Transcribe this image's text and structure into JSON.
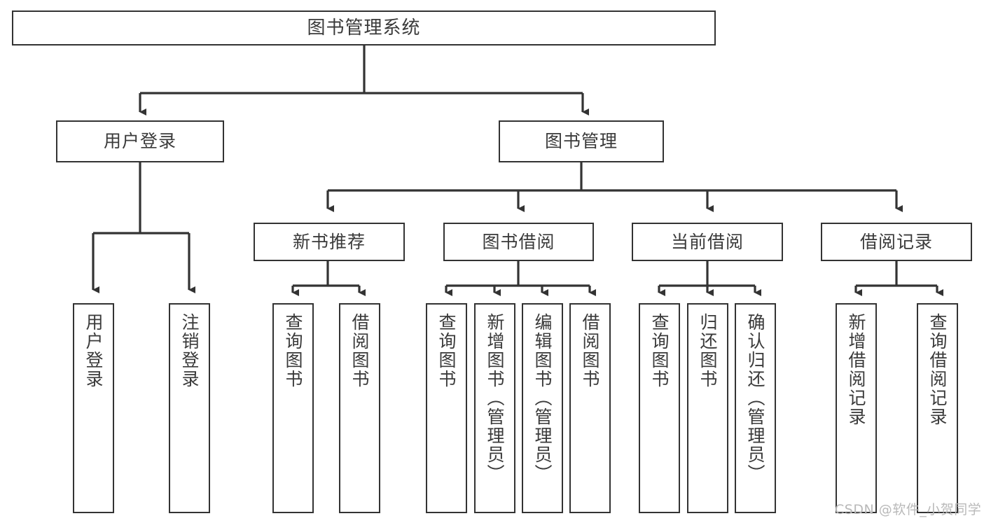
{
  "diagram": {
    "title": "图书管理系统",
    "watermark": "CSDN @软件_小贺同学",
    "line_color": "#333333",
    "box_fill": "#ffffff",
    "text_color": "#3a3a3a",
    "watermark_color": "#b9b9b9"
  },
  "root": {
    "label": "图书管理系统"
  },
  "level2": [
    {
      "label": "用户登录"
    },
    {
      "label": "图书管理"
    }
  ],
  "level3": [
    {
      "label": "新书推荐"
    },
    {
      "label": "图书借阅"
    },
    {
      "label": "当前借阅"
    },
    {
      "label": "借阅记录"
    }
  ],
  "leaves": {
    "user_login": [
      {
        "label": "用户登录"
      },
      {
        "label": "注销登录"
      }
    ],
    "new_book": [
      {
        "label": "查询图书"
      },
      {
        "label": "借阅图书"
      }
    ],
    "book_borrow": [
      {
        "label": "查询图书"
      },
      {
        "label": "新增图书（管理员）"
      },
      {
        "label": "编辑图书（管理员）"
      },
      {
        "label": "借阅图书"
      }
    ],
    "current_borrow": [
      {
        "label": "查询图书"
      },
      {
        "label": "归还图书"
      },
      {
        "label": "确认归还（管理员）"
      }
    ],
    "borrow_record": [
      {
        "label": "新增借阅记录"
      },
      {
        "label": "查询借阅记录"
      }
    ]
  }
}
